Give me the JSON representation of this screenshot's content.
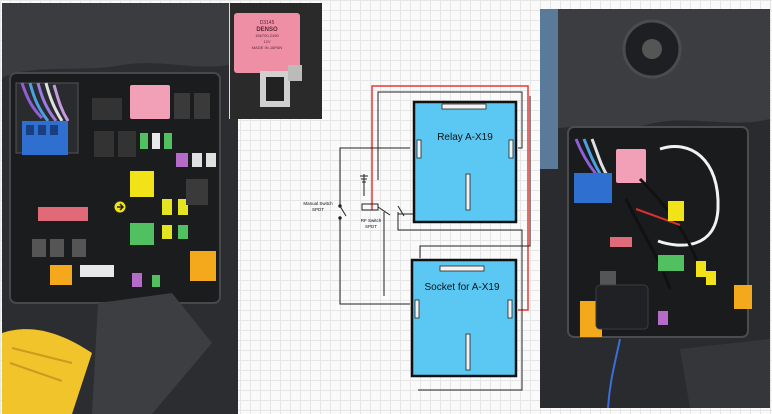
{
  "relay_photo": {
    "label_lines": [
      "D3145",
      "DENSO",
      "156700-2450",
      "12V",
      "MADE IN JAPAN"
    ]
  },
  "schematic": {
    "relay_label": "Relay A-X19",
    "socket_label": "Socket for A-X19",
    "manual_switch_label": [
      "Manual Switch",
      "SPDT"
    ],
    "rf_switch_label": [
      "RF Switch",
      "SPDT"
    ]
  },
  "colors": {
    "module_fill": "#5ac8f2",
    "module_border": "#111111",
    "wire_red": "#e53935",
    "wire_black": "#222222",
    "relay_pink": "#f2a0b8",
    "fuse_yellow": "#f2e218",
    "fuse_orange": "#f4a81c"
  }
}
